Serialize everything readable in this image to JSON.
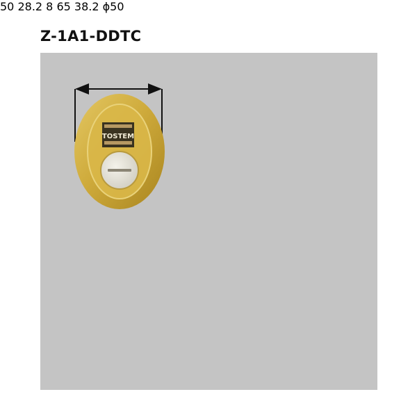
{
  "title": "Z-1A1-DDTC",
  "brand_plate": "TOSTEM",
  "dimensions": {
    "front_width": "50",
    "side_depth_top": "28.2",
    "side_protrusion": "8",
    "height": "65",
    "side_depth_total": "38.2",
    "round_diameter": "ϕ50"
  },
  "colors": {
    "background_panel": "#c4c4c4",
    "gold": "#c9a534",
    "dimension_red": "#e8141c",
    "line": "#111111"
  },
  "views": [
    {
      "name": "oval-cylinder-front-view"
    },
    {
      "name": "oval-cylinder-side-view"
    },
    {
      "name": "round-cylinder-front-view"
    },
    {
      "name": "round-cylinder-side-view"
    },
    {
      "name": "key-set"
    }
  ]
}
